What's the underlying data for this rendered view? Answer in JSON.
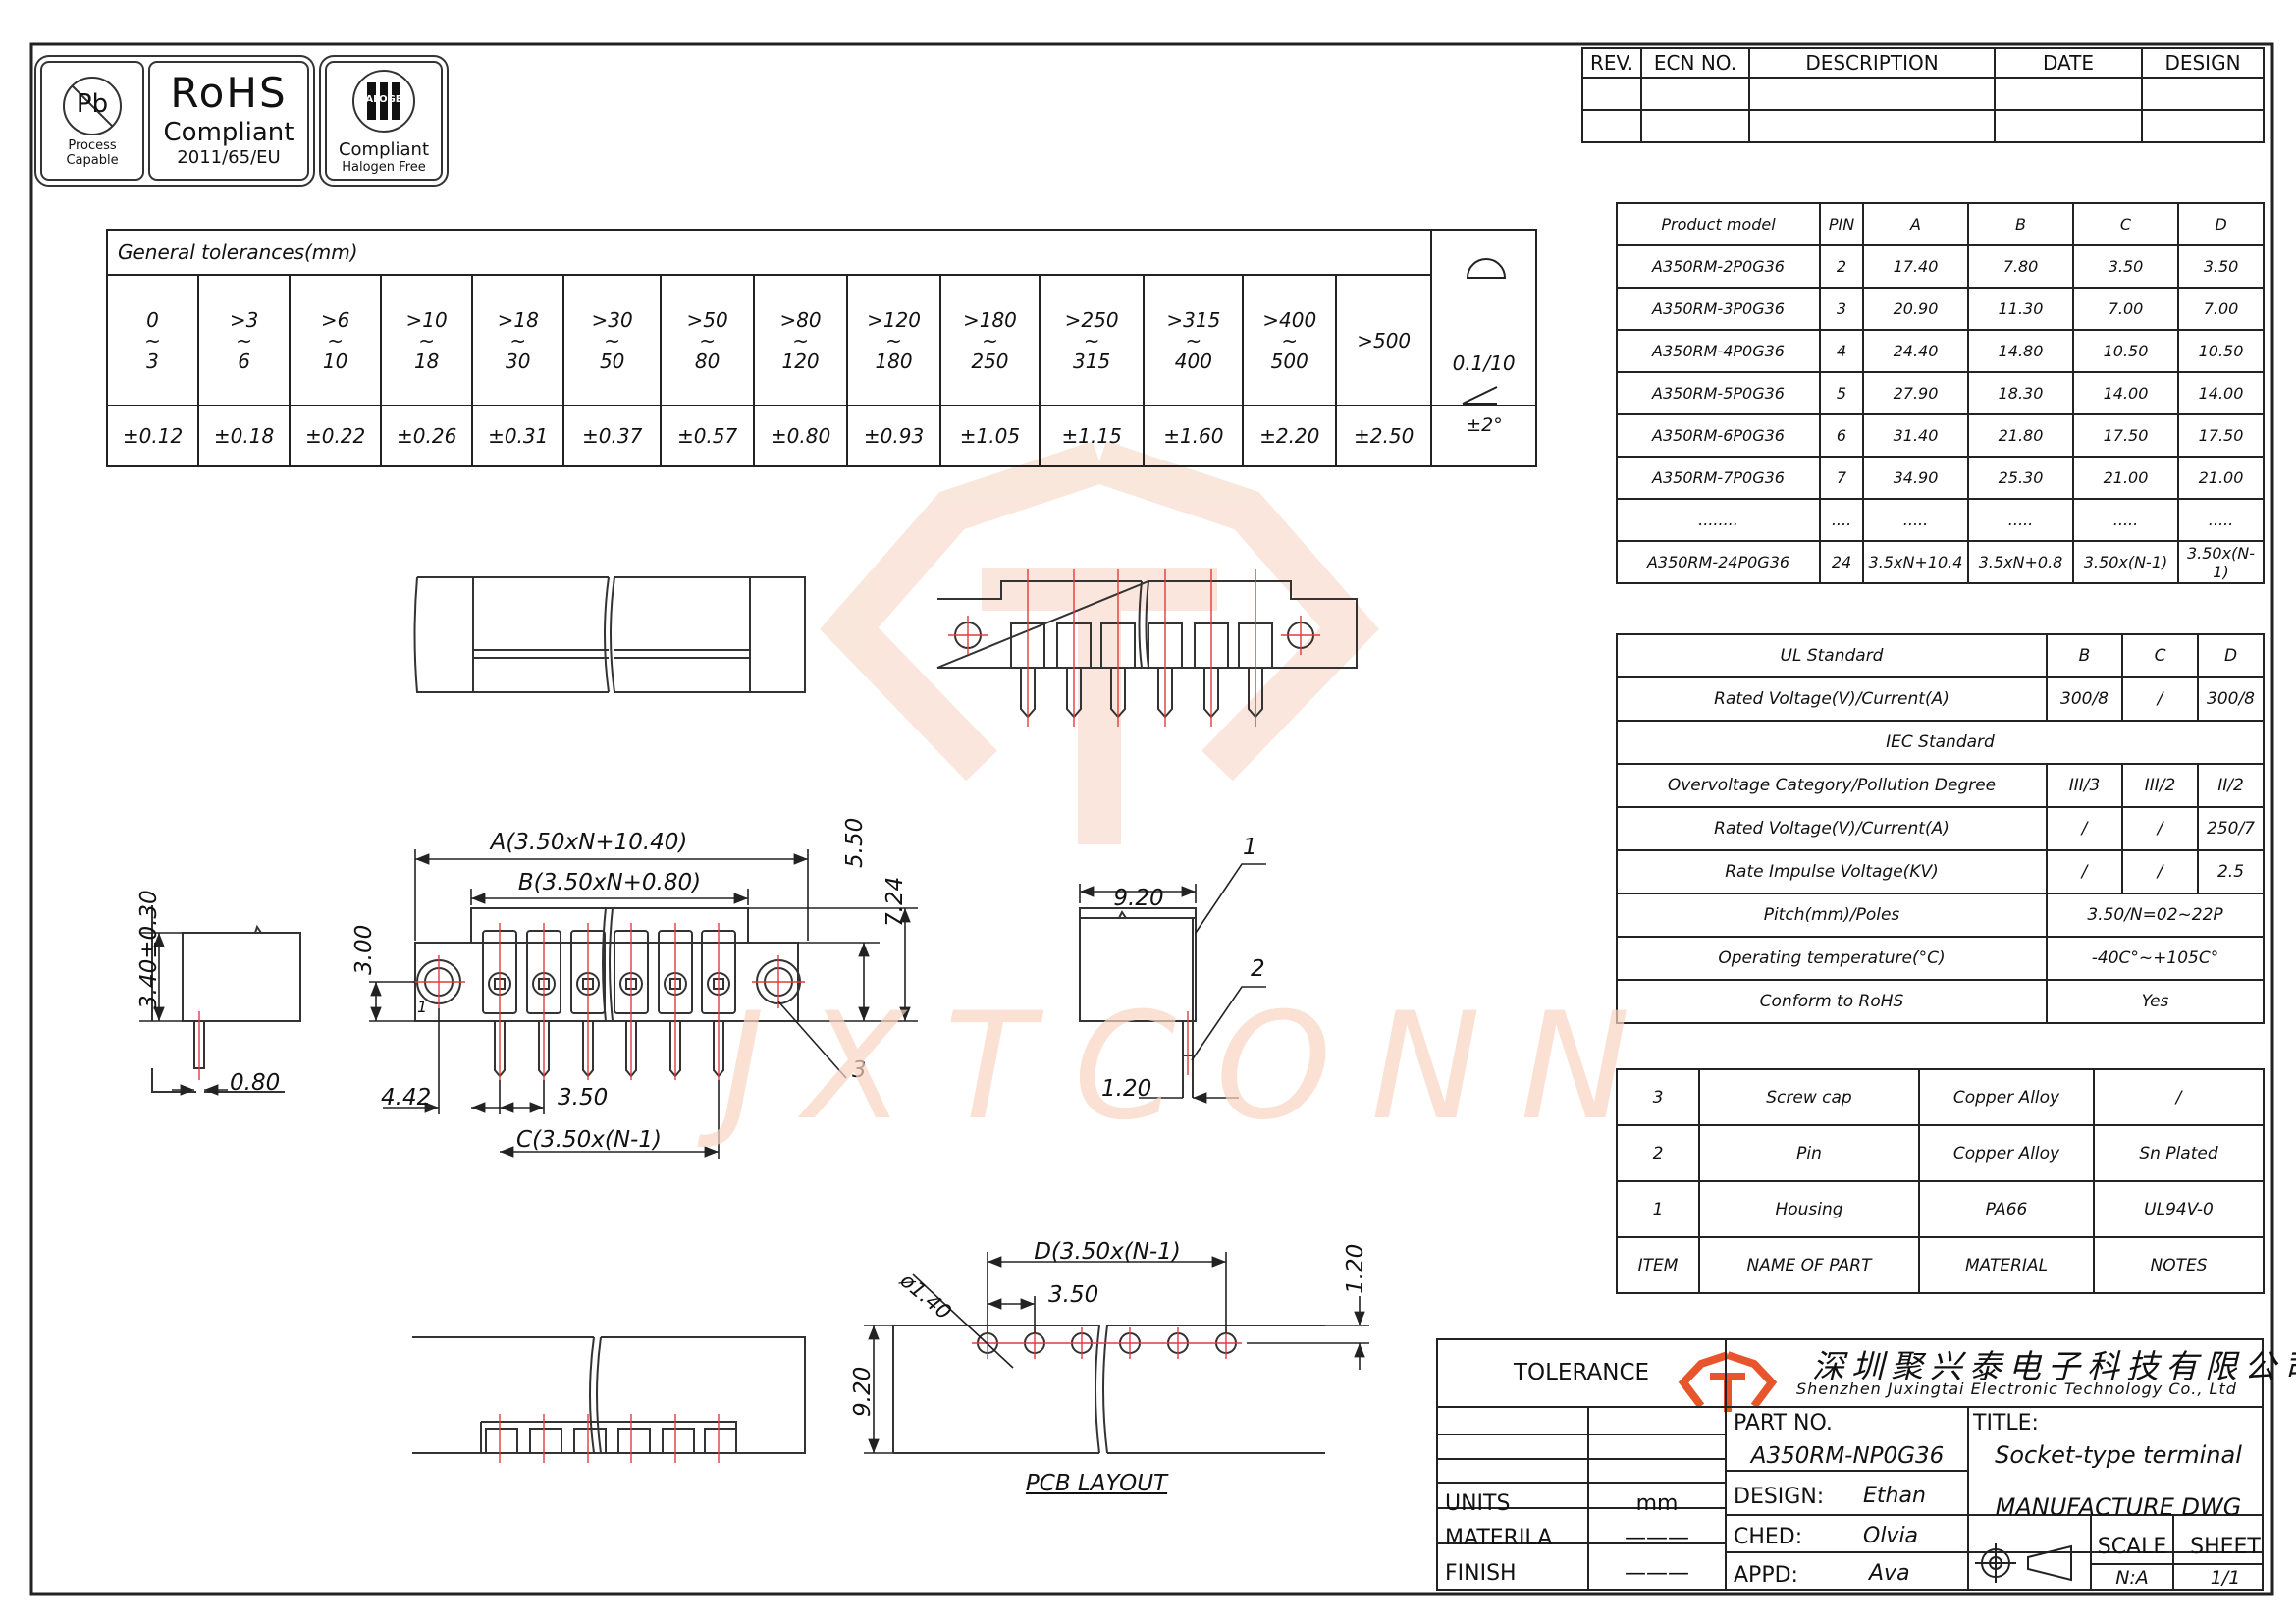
{
  "badges": {
    "pb": {
      "symbol": "Pb",
      "line1": "Process",
      "line2": "Capable"
    },
    "rohs": {
      "title": "RoHS",
      "line1": "Compliant",
      "line2": "2011/65/EU"
    },
    "halogen": {
      "symbol": "H",
      "ring_text": "HALOGEN",
      "line1": "Compliant",
      "line2": "Halogen Free"
    }
  },
  "revision_table": {
    "headers": [
      "REV.",
      "ECN NO.",
      "DESCRIPTION",
      "DATE",
      "DESIGN"
    ]
  },
  "tolerances": {
    "title": "General tolerances(mm)",
    "ranges": [
      {
        "lo": "0",
        "hi": "3",
        "tol": "±0.12"
      },
      {
        "lo": ">3",
        "hi": "6",
        "tol": "±0.18"
      },
      {
        "lo": ">6",
        "hi": "10",
        "tol": "±0.22"
      },
      {
        "lo": ">10",
        "hi": "18",
        "tol": "±0.26"
      },
      {
        "lo": ">18",
        "hi": "30",
        "tol": "±0.31"
      },
      {
        "lo": ">30",
        "hi": "50",
        "tol": "±0.37"
      },
      {
        "lo": ">50",
        "hi": "80",
        "tol": "±0.57"
      },
      {
        "lo": ">80",
        "hi": "120",
        "tol": "±0.80"
      },
      {
        "lo": ">120",
        "hi": "180",
        "tol": "±0.93"
      },
      {
        "lo": ">180",
        "hi": "250",
        "tol": "±1.05"
      },
      {
        "lo": ">250",
        "hi": "315",
        "tol": "±1.15"
      },
      {
        "lo": ">315",
        "hi": "400",
        "tol": "±1.60"
      },
      {
        "lo": ">400",
        "hi": "500",
        "tol": "±2.20"
      },
      {
        "lo": ">500",
        "hi": "",
        "tol": "±2.50"
      }
    ],
    "tilde": "~",
    "flatness": "0.1/10",
    "angle": "±2°"
  },
  "product_table": {
    "headers": [
      "Product model",
      "PIN",
      "A",
      "B",
      "C",
      "D"
    ],
    "rows": [
      [
        "A350RM-2P0G36",
        "2",
        "17.40",
        "7.80",
        "3.50",
        "3.50"
      ],
      [
        "A350RM-3P0G36",
        "3",
        "20.90",
        "11.30",
        "7.00",
        "7.00"
      ],
      [
        "A350RM-4P0G36",
        "4",
        "24.40",
        "14.80",
        "10.50",
        "10.50"
      ],
      [
        "A350RM-5P0G36",
        "5",
        "27.90",
        "18.30",
        "14.00",
        "14.00"
      ],
      [
        "A350RM-6P0G36",
        "6",
        "31.40",
        "21.80",
        "17.50",
        "17.50"
      ],
      [
        "A350RM-7P0G36",
        "7",
        "34.90",
        "25.30",
        "21.00",
        "21.00"
      ],
      [
        "........",
        "....",
        ".....",
        ".....",
        ".....",
        "....."
      ],
      [
        "A350RM-24P0G36",
        "24",
        "3.5xN+10.4",
        "3.5xN+0.8",
        "3.50x(N-1)",
        "3.50x(N-1)"
      ]
    ]
  },
  "spec_table": {
    "ul_standard": "UL Standard",
    "col_b": "B",
    "col_c": "C",
    "col_d": "D",
    "ul_rated_label": "Rated Voltage(V)/Current(A)",
    "ul_rated": [
      "300/8",
      "/",
      "300/8"
    ],
    "iec_standard": "IEC Standard",
    "overvoltage_label": "Overvoltage Category/Pollution Degree",
    "overvoltage": [
      "III/3",
      "III/2",
      "II/2"
    ],
    "iec_rated_label": "Rated Voltage(V)/Current(A)",
    "iec_rated": [
      "/",
      "/",
      "250/7"
    ],
    "impulse_label": "Rate Impulse Voltage(KV)",
    "impulse": [
      "/",
      "/",
      "2.5"
    ],
    "pitch_label": "Pitch(mm)/Poles",
    "pitch": "3.50/N=02~22P",
    "temp_label": "Operating temperature(°C)",
    "temp": "-40C°~+105C°",
    "rohs_label": "Conform to RoHS",
    "rohs": "Yes"
  },
  "parts_table": {
    "rows": [
      [
        "3",
        "Screw cap",
        "Copper Alloy",
        "/"
      ],
      [
        "2",
        "Pin",
        "Copper Alloy",
        "Sn Plated"
      ],
      [
        "1",
        "Housing",
        "PA66",
        "UL94V-0"
      ],
      [
        "ITEM",
        "NAME OF PART",
        "MATERIAL",
        "NOTES"
      ]
    ]
  },
  "dimensions": {
    "a": "A(3.50xN+10.40)",
    "b": "B(3.50xN+0.80)",
    "c": "C(3.50x(N-1)",
    "d": "D(3.50x(N-1)",
    "h550": "5.50",
    "h724": "7.24",
    "h300": "3.00",
    "side_h": "3.40±0.30",
    "side_w": "0.80",
    "left_off": "4.42",
    "pitch": "3.50",
    "pcb_pitch": "3.50",
    "width920": "9.20",
    "pin_off": "1.20",
    "hole": "ø1.40",
    "pcb_h": "9.20",
    "pcb_off": "1.20",
    "callout1": "1",
    "callout2": "2",
    "callout3": "3",
    "pin1": "1"
  },
  "pcb_layout_label": "PCB LAYOUT",
  "watermark": "JXTCONN",
  "title_block": {
    "tolerance": "TOLERANCE",
    "company_cn": "深圳聚兴泰电子科技有限公司",
    "company_en": "Shenzhen Juxingtai Electronic Technology Co., Ltd",
    "part_no_label": "PART NO.",
    "part_no": "A350RM-NP0G36",
    "title_label": "TITLE:",
    "title": "Socket-type terminal",
    "units_label": "UNITS",
    "units": "mm",
    "material_label": "MATERILA",
    "material": "———",
    "finish_label": "FINISH",
    "finish": "———",
    "design_label": "DESIGN:",
    "design": "Ethan",
    "checked_label": "CHED:",
    "checked": "Olvia",
    "approved_label": "APPD:",
    "approved": "Ava",
    "drawing_type": "MANUFACTURE DWG",
    "scale_label": "SCALE",
    "scale": "N:A",
    "sheet_label": "SHEET",
    "sheet": "1/1"
  },
  "colors": {
    "line": "#222222",
    "center_line": "#e23b3b",
    "watermark": "#f6c8ae",
    "logo": "#e8552d"
  }
}
